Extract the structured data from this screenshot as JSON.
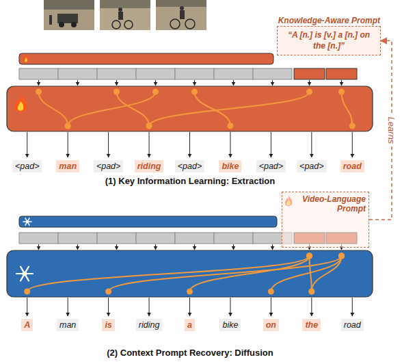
{
  "diagram": {
    "nodes": [
      {
        "text": [
          "Knowledge-Aware Prompt",
          "“A [n.] is [v.] a [n.] on the [n.]”"
        ]
      },
      {
        "text": [
          "<pad>"
        ]
      },
      {
        "text": [
          "man"
        ]
      },
      {
        "text": [
          "<pad>"
        ]
      },
      {
        "text": [
          "riding"
        ]
      },
      {
        "text": [
          "<pad>"
        ]
      },
      {
        "text": [
          "bike"
        ]
      },
      {
        "text": [
          "<pad>"
        ]
      },
      {
        "text": [
          "<pad>"
        ]
      },
      {
        "text": [
          "road"
        ]
      },
      {
        "text": [
          "Video-Language Prompt"
        ]
      },
      {
        "text": [
          "A"
        ]
      },
      {
        "text": [
          "man"
        ]
      },
      {
        "text": [
          "is"
        ]
      },
      {
        "text": [
          "riding"
        ]
      },
      {
        "text": [
          "a"
        ]
      },
      {
        "text": [
          "bike"
        ]
      },
      {
        "text": [
          "on"
        ]
      },
      {
        "text": [
          "the"
        ]
      },
      {
        "text": [
          "road"
        ]
      }
    ],
    "edges": [
      {
        "from": 10,
        "to": 0,
        "arrow": "to",
        "label": "Learns"
      }
    ],
    "labels": [
      "(1) Key Information Learning: Extraction",
      "(2) Context Prompt Recovery: Diffusion"
    ]
  }
}
